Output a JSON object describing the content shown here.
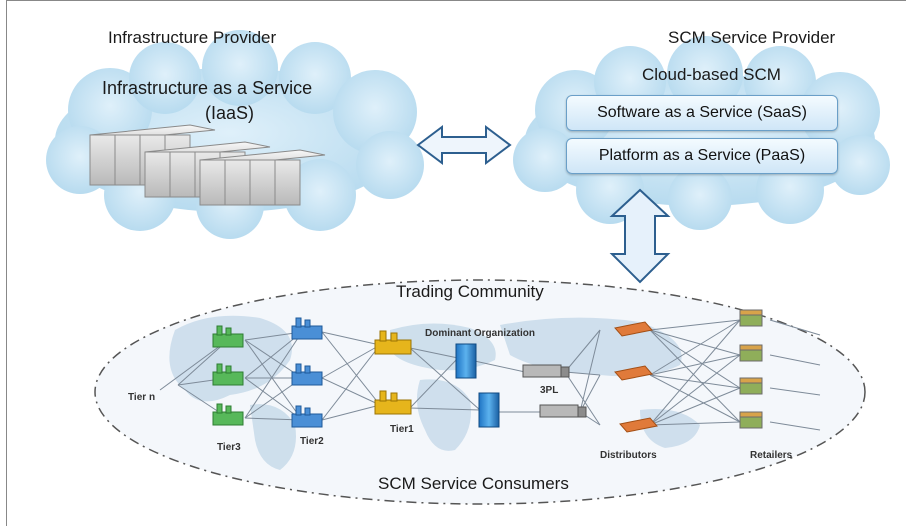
{
  "infrastructure": {
    "provider_label": "Infrastructure Provider",
    "service_line1": "Infrastructure as a Service",
    "service_line2": "(IaaS)"
  },
  "scm_provider": {
    "provider_label": "SCM Service Provider",
    "cloud_label": "Cloud-based SCM",
    "saas_label": "Software as a Service (SaaS)",
    "paas_label": "Platform as a Service (PaaS)"
  },
  "trading": {
    "title": "Trading Community",
    "consumers_label": "SCM Service Consumers",
    "dominant_label": "Dominant Organization",
    "tiers": [
      "Tier n",
      "Tier3",
      "Tier2",
      "Tier1"
    ],
    "threepl_label": "3PL",
    "distributors_label": "Distributors",
    "retailers_label": "Retailers"
  },
  "colors": {
    "cloud": "#bfe0f2",
    "arrow": "#e8f2fb",
    "tier3_factory": "#57b85a",
    "tier2_factory": "#4a8fd6",
    "tier1_factory": "#e6b51c",
    "distributor": "#e07a3a",
    "retailer": "#8fae5a"
  }
}
